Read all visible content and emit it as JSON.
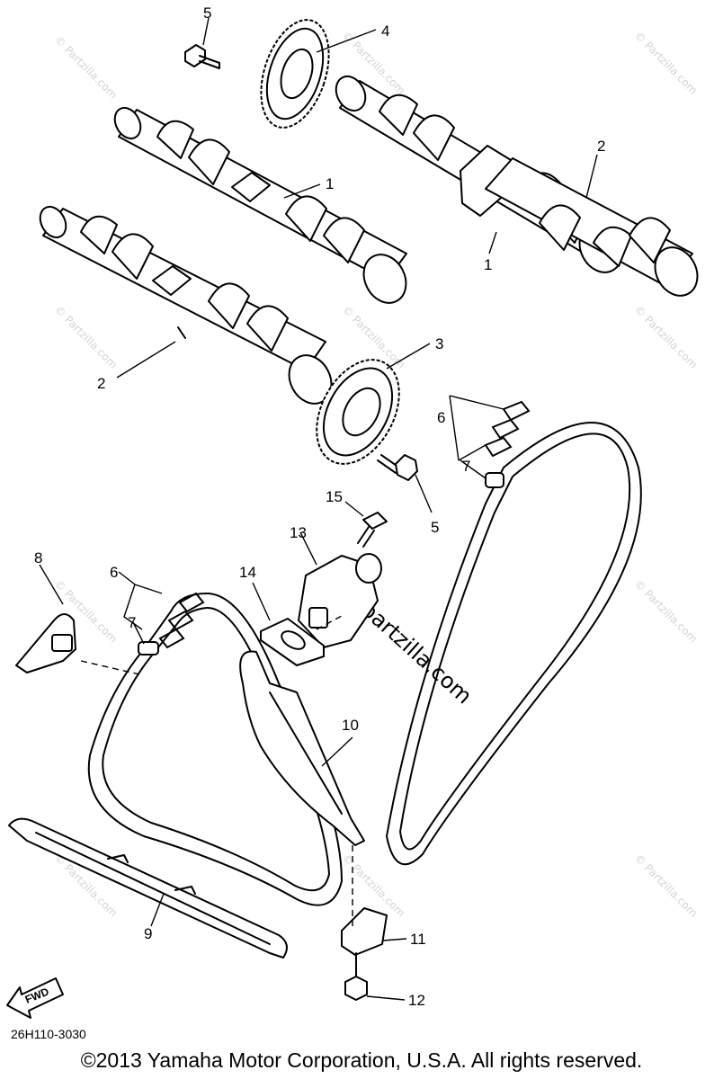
{
  "callouts": [
    {
      "id": "c1a",
      "text": "1"
    },
    {
      "id": "c1b",
      "text": "1"
    },
    {
      "id": "c2a",
      "text": "2"
    },
    {
      "id": "c2b",
      "text": "2"
    },
    {
      "id": "c3",
      "text": "3"
    },
    {
      "id": "c4",
      "text": "4"
    },
    {
      "id": "c5a",
      "text": "5"
    },
    {
      "id": "c5b",
      "text": "5"
    },
    {
      "id": "c6a",
      "text": "6"
    },
    {
      "id": "c6b",
      "text": "6"
    },
    {
      "id": "c7a",
      "text": "7"
    },
    {
      "id": "c7b",
      "text": "7"
    },
    {
      "id": "c8",
      "text": "8"
    },
    {
      "id": "c9",
      "text": "9"
    },
    {
      "id": "c10",
      "text": "10"
    },
    {
      "id": "c11",
      "text": "11"
    },
    {
      "id": "c12",
      "text": "12"
    },
    {
      "id": "c13",
      "text": "13"
    },
    {
      "id": "c14",
      "text": "14"
    },
    {
      "id": "c15",
      "text": "15"
    }
  ],
  "direction_label": "FWD",
  "watermark": "© Partzilla.com",
  "watermark_big": "partzilla.com",
  "reference_code": "26H110-3030",
  "copyright": "©2013  Yamaha Motor Corporation, U.S.A. All rights reserved."
}
